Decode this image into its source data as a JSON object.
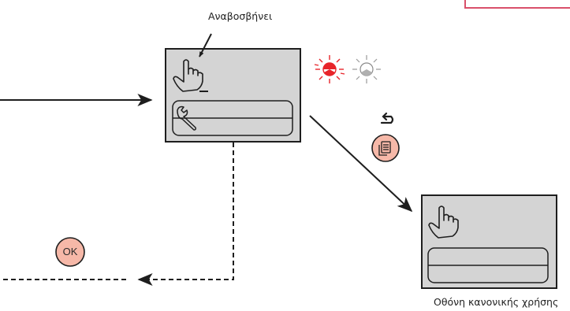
{
  "labels": {
    "blink": "Αναβοσβήνει",
    "normal_screen": "Οθόνη κανονικής χρήσης"
  },
  "buttons": {
    "ok": "OK"
  },
  "icons": {
    "hand_pointer": "hand-pointer-icon",
    "wrench": "wrench-icon",
    "menu_doc": "menu-document-icon",
    "back": "back-arrow-icon",
    "led_red": "led-blinking-red-icon",
    "led_white": "led-white-icon"
  },
  "colors": {
    "screen_fill": "#d4d4d4",
    "button_fill": "#f6b8a8",
    "led_red": "#e8242a",
    "line": "#1e1e1e",
    "frame_pink": "#d9506a"
  }
}
